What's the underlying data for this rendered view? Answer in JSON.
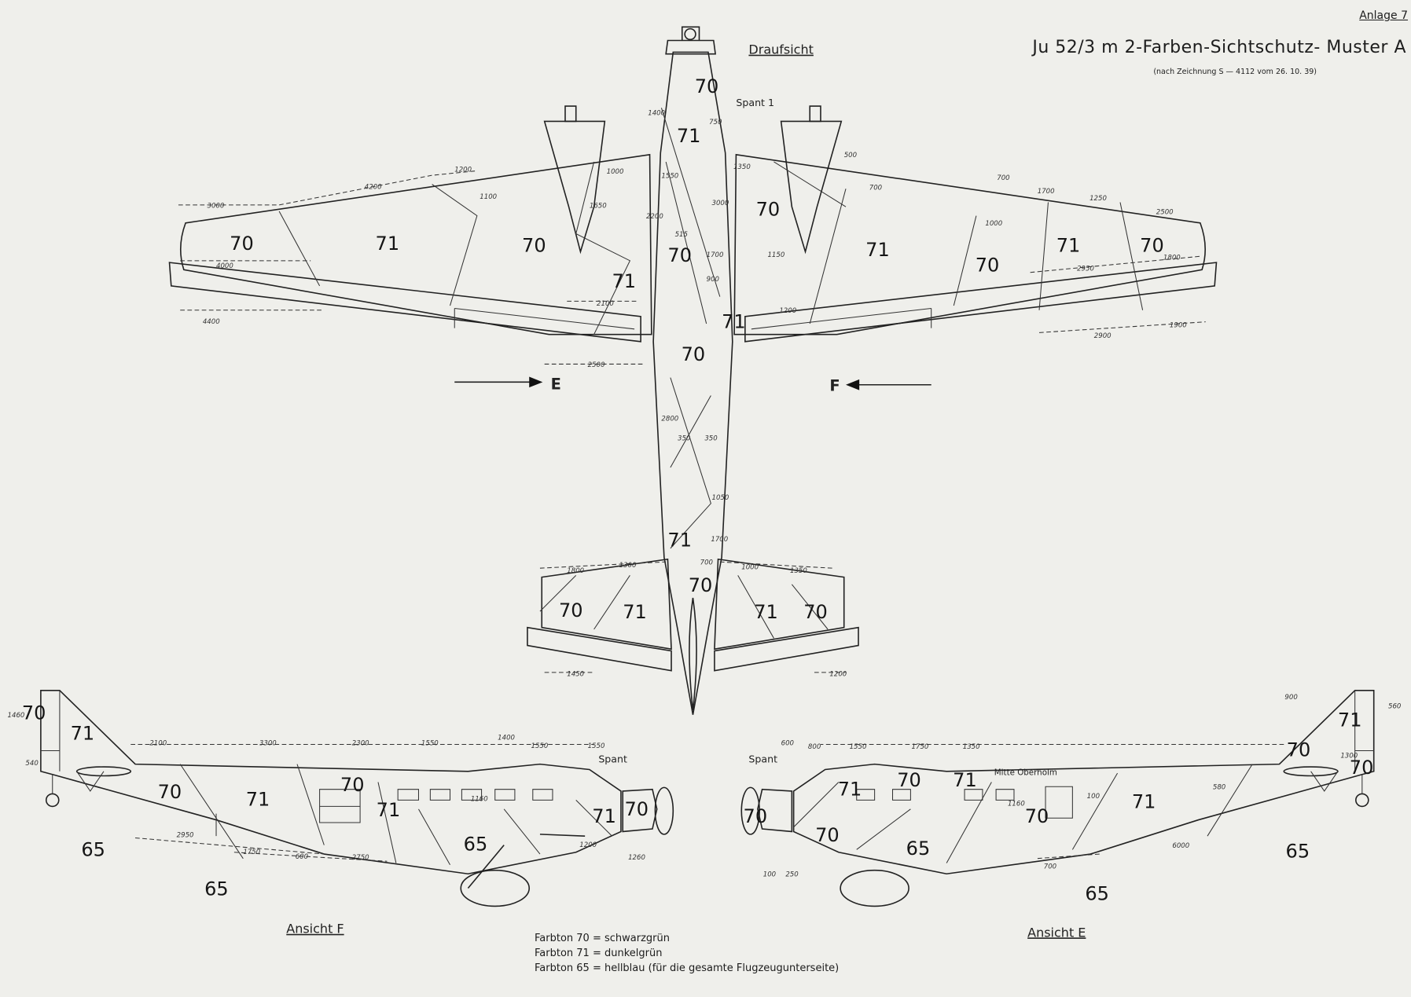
{
  "header": {
    "annex": "Anlage 7",
    "title": "Ju 52/3 m 2-Farben-Sichtschutz- Muster A",
    "subtitle": "(nach Zeichnung S — 4112 vom 26. 10. 39)"
  },
  "views": {
    "top": "Draufsicht",
    "side_f": "Ansicht F",
    "side_e": "Ansicht E",
    "arrow_e": "E",
    "arrow_f": "F"
  },
  "annotations": {
    "spant1": "Spant 1",
    "spant_f": "Spant",
    "spant_e": "Spant",
    "mitte_oberholm": "Mitte Oberholm"
  },
  "legend": [
    "Farbton 70 = schwarzgrün",
    "Farbton 71 = dunkelgrün",
    "Farbton 65 = hellblau (für die gesamte Flugzeugunterseite)"
  ],
  "colors": {
    "70": "#2b3a2a",
    "71": "#3c5a35",
    "65": "#a8c4d6"
  },
  "zones": [
    "70",
    "71",
    "70",
    "70",
    "71",
    "70",
    "70",
    "71",
    "71",
    "70",
    "71",
    "70",
    "71",
    "70",
    "71",
    "70",
    "70",
    "71",
    "71",
    "70",
    "70",
    "71",
    "70",
    "71",
    "70",
    "71",
    "65",
    "71",
    "70",
    "65",
    "65",
    "70",
    "71",
    "70",
    "71",
    "70",
    "70",
    "65",
    "71",
    "70",
    "71",
    "70",
    "65",
    "65"
  ],
  "dimensions": [
    "3000",
    "4200",
    "1200",
    "1100",
    "4000",
    "4400",
    "2100",
    "2500",
    "1400",
    "1550",
    "2200",
    "1650",
    "1000",
    "3000",
    "515",
    "1700",
    "900",
    "1150",
    "1200",
    "1350",
    "750",
    "500",
    "700",
    "700",
    "1700",
    "1250",
    "2500",
    "1000",
    "2950",
    "1800",
    "2900",
    "1900",
    "2800",
    "350",
    "350",
    "1050",
    "1700",
    "700",
    "1800",
    "1300",
    "1000",
    "1350",
    "1450",
    "1200",
    "1460",
    "540",
    "2100",
    "3300",
    "2300",
    "1550",
    "1400",
    "1550",
    "1550",
    "2950",
    "1750",
    "600",
    "2750",
    "1160",
    "1200",
    "1260",
    "600",
    "800",
    "1550",
    "1750",
    "1350",
    "1160",
    "100",
    "580",
    "6000",
    "700",
    "100",
    "250",
    "900",
    "560",
    "1300"
  ]
}
